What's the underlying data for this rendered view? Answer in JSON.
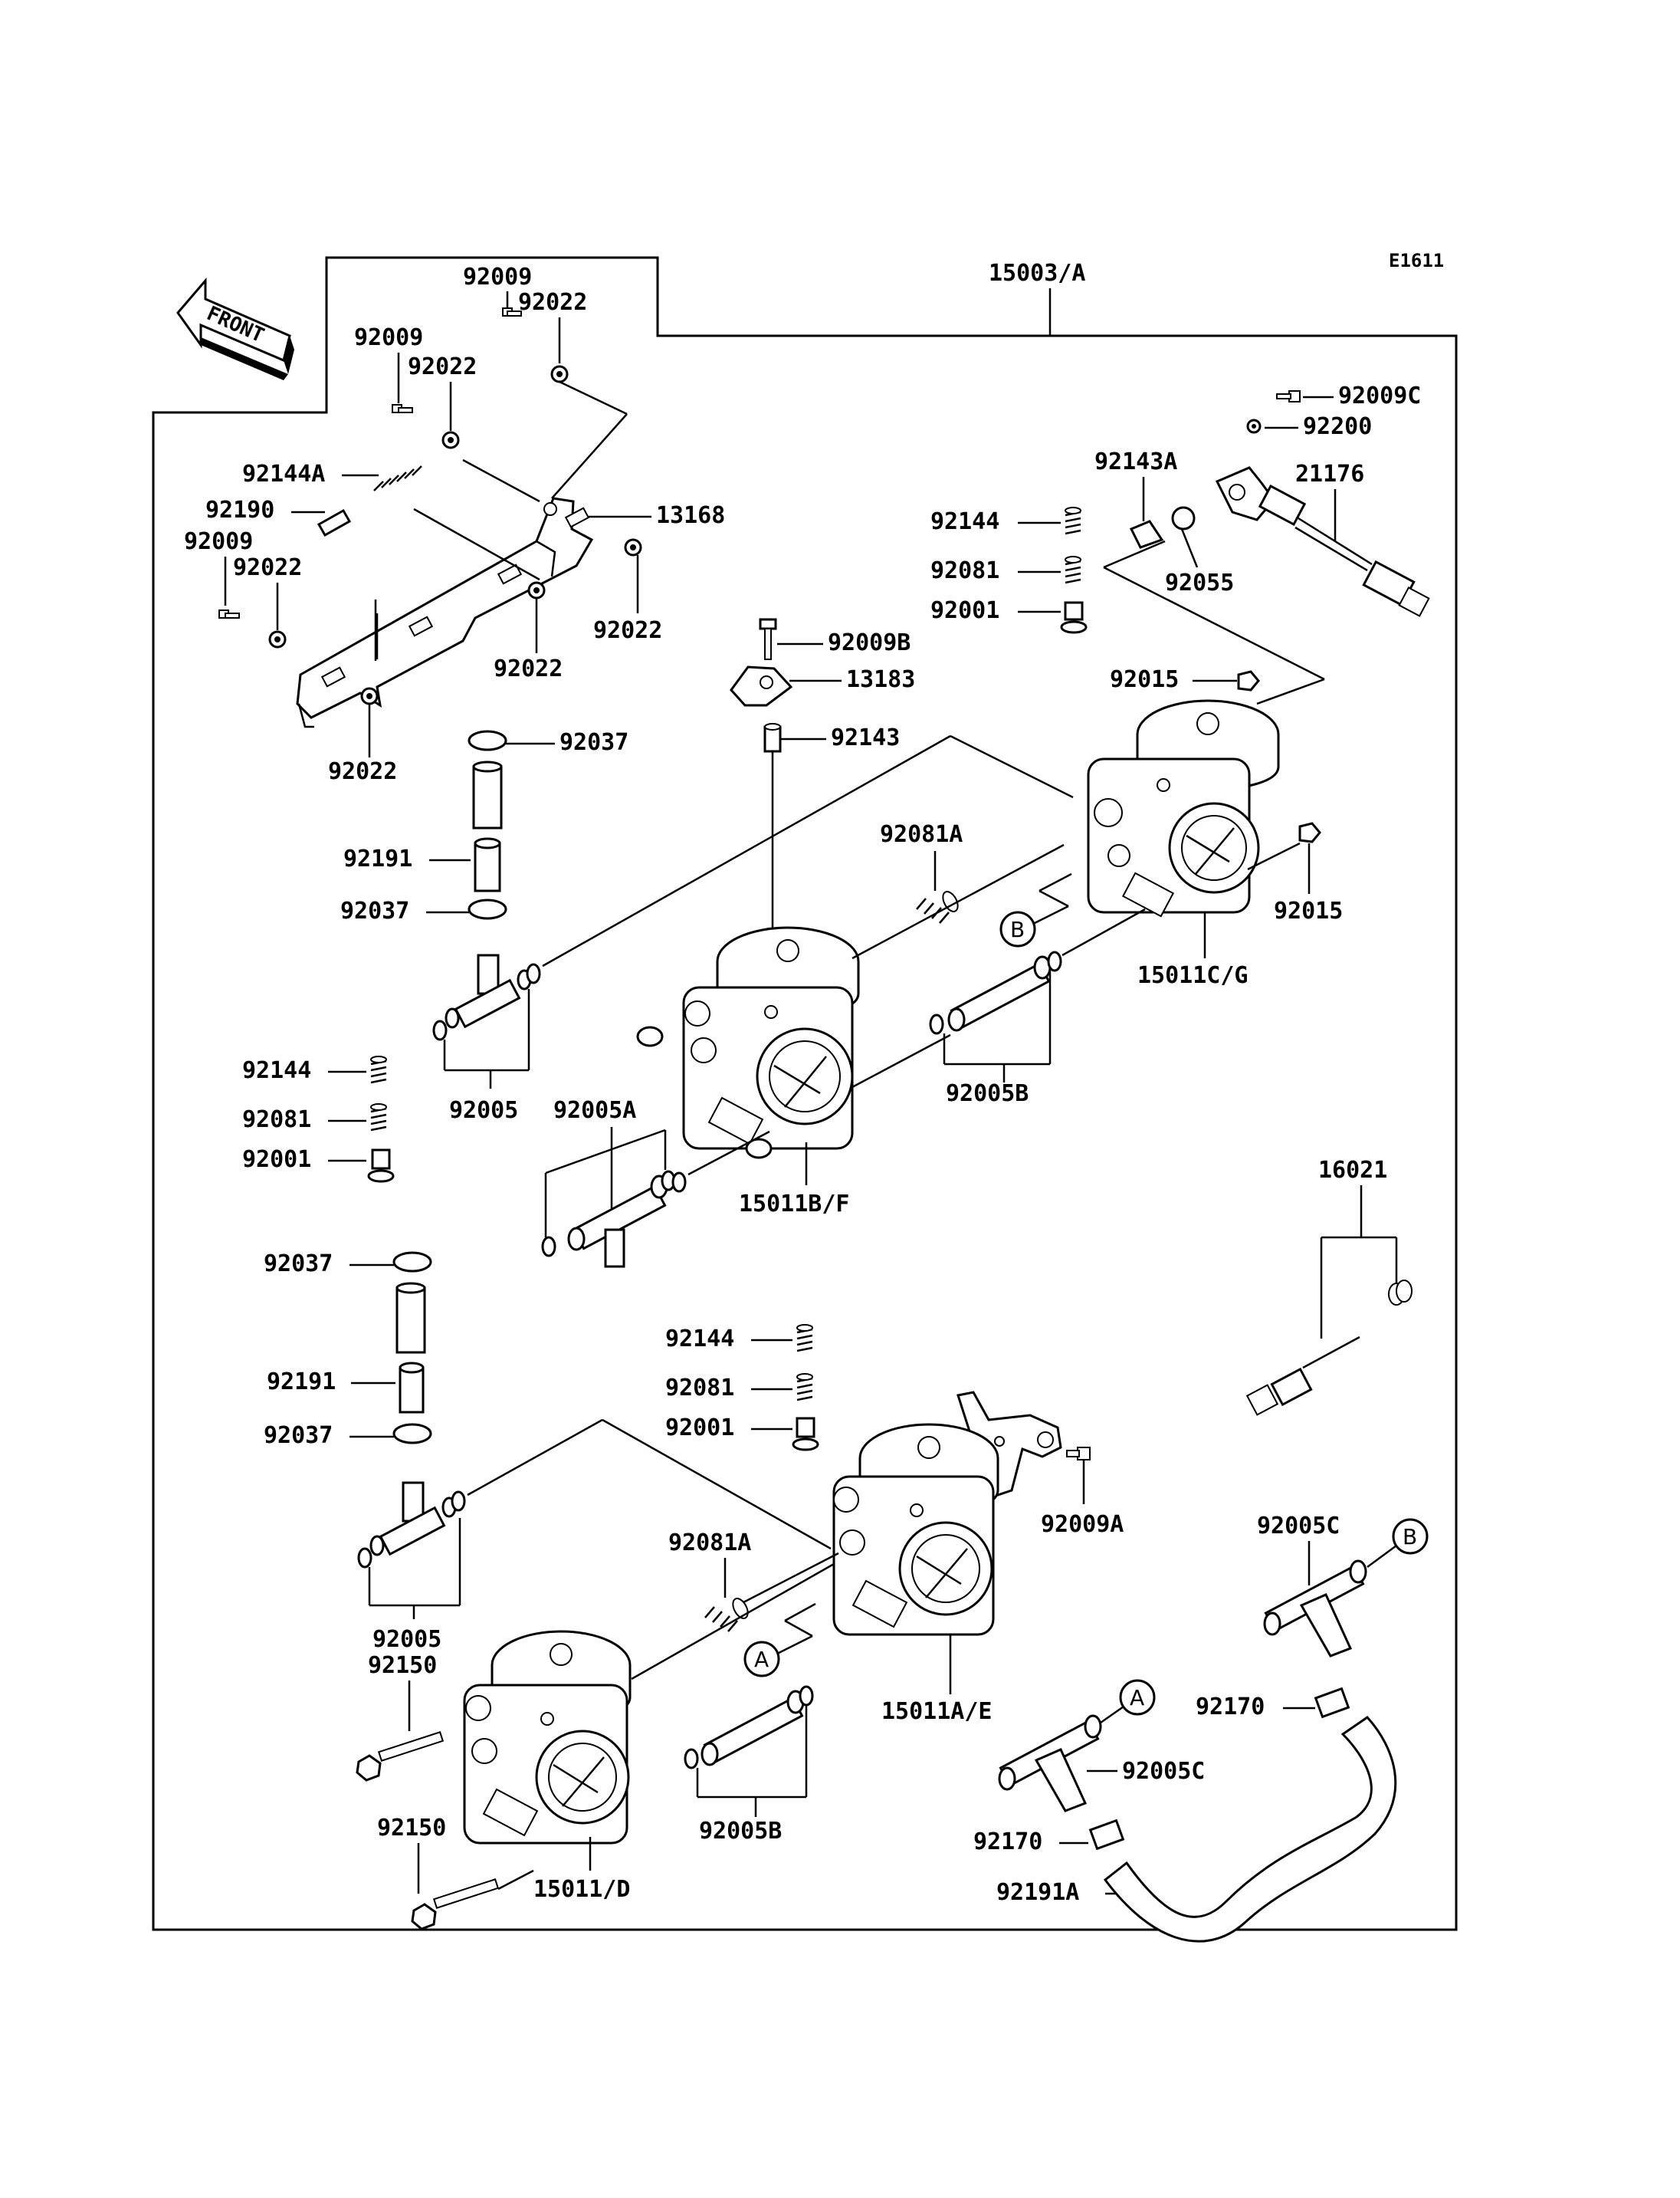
{
  "diagram": {
    "ref_code": "E1611",
    "front_label": "FRONT",
    "assembly_number": "15003/A",
    "callout_letters": {
      "a": "A",
      "b": "B"
    },
    "part_numbers": {
      "p92009_a": "92009",
      "p92022_a": "92022",
      "p92009_b": "92009",
      "p92022_b": "92022",
      "p92144A": "92144A",
      "p92190": "92190",
      "p92009_c": "92009",
      "p92022_c": "92022",
      "p13168": "13168",
      "p92022_d": "92022",
      "p92022_e": "92022",
      "p92022_f": "92022",
      "p92009C": "92009C",
      "p92200": "92200",
      "p92143A": "92143A",
      "p21176": "21176",
      "p92144_a": "92144",
      "p92081_a": "92081",
      "p92055": "92055",
      "p92001_a": "92001",
      "p92009B": "92009B",
      "p13183": "13183",
      "p92015_a": "92015",
      "p92037_a": "92037",
      "p92143": "92143",
      "p92081A_a": "92081A",
      "p92191_a": "92191",
      "p92037_b": "92037",
      "p92015_b": "92015",
      "p15011CG": "15011C/G",
      "p92005_a": "92005",
      "p92144_b": "92144",
      "p92081_b": "92081",
      "p92005A": "92005A",
      "p92005B_a": "92005B",
      "p92001_b": "92001",
      "p15011BF": "15011B/F",
      "p16021": "16021",
      "p92037_c": "92037",
      "p92144_c": "92144",
      "p92081_c": "92081",
      "p92191_b": "92191",
      "p92001_c": "92001",
      "p92037_d": "92037",
      "p92009A": "92009A",
      "p92081A_b": "92081A",
      "p92005C_a": "92005C",
      "p92005_b": "92005",
      "p15011AE": "15011A/E",
      "p92150_a": "92150",
      "p92170_a": "92170",
      "p92005C_b": "92005C",
      "p92005B_b": "92005B",
      "p92150_b": "92150",
      "p92170_b": "92170",
      "p15011D": "15011/D",
      "p92191A": "92191A"
    }
  }
}
